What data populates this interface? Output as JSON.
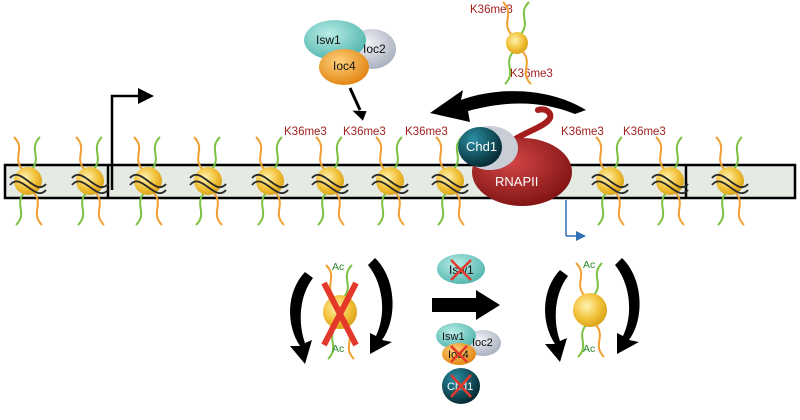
{
  "diagram": {
    "labels": {
      "k36me3": "K36me3",
      "ac": "Ac",
      "isw1": "Isw1",
      "ioc2": "Ioc2",
      "ioc4": "Ioc4",
      "chd1": "Chd1",
      "rnapii": "RNAPII"
    },
    "colors": {
      "nucleosome": "#f2c23a",
      "dna_wrap": "#2a2a2a",
      "tail_orange": "#f0a030",
      "tail_green": "#7cc241",
      "k36_text": "#a0201f",
      "ac_text": "#2c8a2c",
      "isw1": "#6fc7c0",
      "ioc2": "#c7cbd6",
      "ioc4": "#f29a1c",
      "chd1": "#0f4f5e",
      "rnapii": "#a51c1c",
      "delete_cross": "#e4382b",
      "transcript_arrow": "#2f6fb3"
    },
    "icons": [
      "promoter-arrow-icon",
      "direction-arrow-icon",
      "delete-cross-icon",
      "circular-arrow-icon"
    ]
  }
}
